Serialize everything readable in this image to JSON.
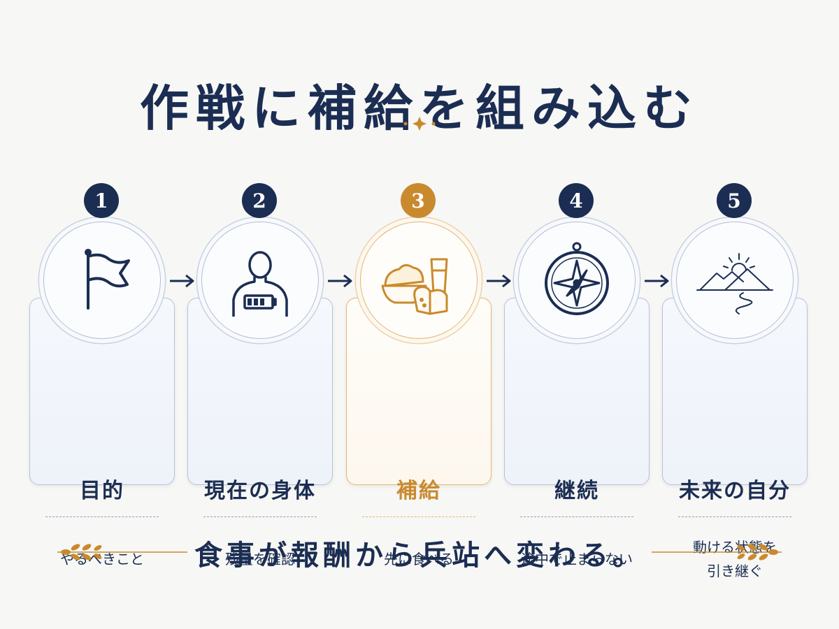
{
  "title": "作戦に補給を組み込む",
  "steps": [
    {
      "number": "1",
      "title": "目的",
      "description": "やるべきこと",
      "icon": "flag-icon",
      "highlight": false
    },
    {
      "number": "2",
      "title": "現在の身体",
      "description": "残量を確認",
      "icon": "body-battery-icon",
      "highlight": false
    },
    {
      "number": "3",
      "title": "補給",
      "description": "先に食べる",
      "icon": "food-icon",
      "highlight": true
    },
    {
      "number": "4",
      "title": "継続",
      "description": "途中で止まらない",
      "icon": "compass-icon",
      "highlight": false
    },
    {
      "number": "5",
      "title": "未来の自分",
      "description": "動ける状態を\n引き継ぐ",
      "icon": "mountain-sunrise-icon",
      "highlight": false
    }
  ],
  "footer": "食事が報酬から兵站へ変わる。",
  "colors": {
    "navy": "#1b2d52",
    "gold": "#c98a2e",
    "background": "#f7f7f5"
  }
}
